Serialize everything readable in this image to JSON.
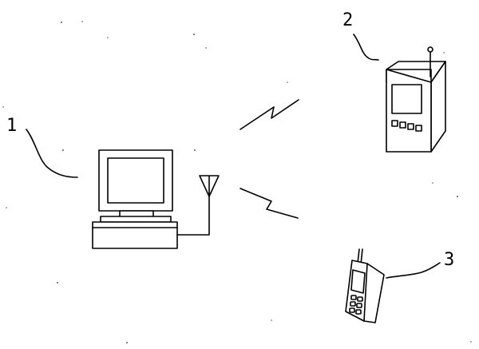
{
  "labels": {
    "computer": "1",
    "display_unit": "2",
    "mobile_phone": "3"
  },
  "colors": {
    "ink": "#000000",
    "background": "#ffffff"
  }
}
